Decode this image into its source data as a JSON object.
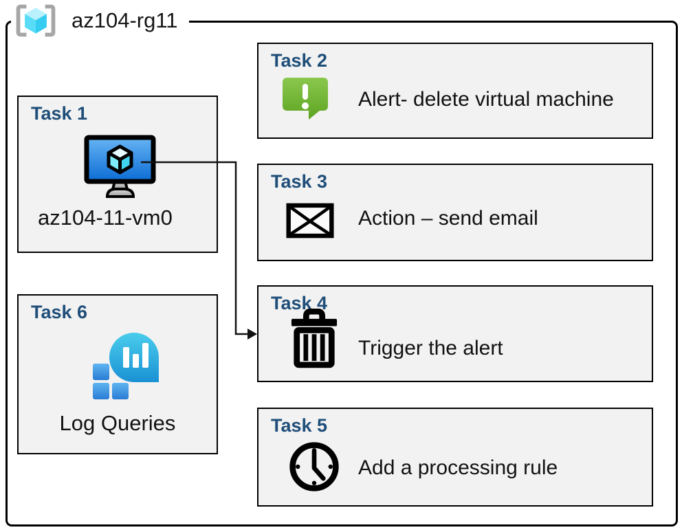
{
  "group": {
    "label": "az104-rg11",
    "icon": "resource-group-icon"
  },
  "tasks": [
    {
      "title": "Task 1",
      "label": "az104-11-vm0",
      "icon": "virtual-machine-icon"
    },
    {
      "title": "Task 2",
      "label": "Alert- delete virtual machine",
      "icon": "alert-message-icon"
    },
    {
      "title": "Task 3",
      "label": "Action – send email",
      "icon": "email-envelope-icon"
    },
    {
      "title": "Task 4",
      "label": "Trigger the alert",
      "icon": "trash-delete-icon"
    },
    {
      "title": "Task 5",
      "label": "Add a processing rule",
      "icon": "clock-icon"
    },
    {
      "title": "Task 6",
      "label": "Log Queries",
      "icon": "log-analytics-icon"
    }
  ],
  "connector": {
    "from": "Task 1",
    "to": "Task 4"
  },
  "colors": {
    "task_title_blue": "#1f4e79",
    "box_fill": "#f2f2f2",
    "box_border": "#000000",
    "alert_green": "#72b42e",
    "vm_screen_blue": "#1a76dc",
    "resource_group_cyan": "#50e6ff",
    "bracket_gray": "#a6a6a6",
    "log_teal": "#27b0e2",
    "log_square_blue": "#3a8fdc"
  }
}
